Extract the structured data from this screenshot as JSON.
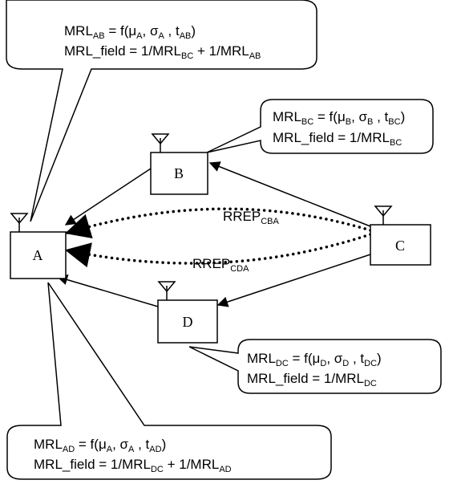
{
  "nodes": {
    "a": {
      "label": "A"
    },
    "b": {
      "label": "B"
    },
    "c": {
      "label": "C"
    },
    "d": {
      "label": "D"
    }
  },
  "messages": {
    "upper": {
      "main": "RREP",
      "sub": "CBA"
    },
    "lower": {
      "main": "RREP",
      "sub": "CDA"
    }
  },
  "callouts": {
    "ab": {
      "line1": {
        "p1": "MRL",
        "s1": "AB",
        "p2": " = f(μ",
        "s2": "A",
        "p3": ",   σ",
        "s3": "A",
        "p4": " , t",
        "s4": "AB",
        "p5": ")"
      },
      "line2": {
        "p1": "MRL_field = 1/MRL",
        "s1": "BC",
        "p2": " + 1/MRL",
        "s2": "AB"
      }
    },
    "bc": {
      "line1": {
        "p1": "MRL",
        "s1": "BC",
        "p2": " = f(μ",
        "s2": "B",
        "p3": ",   σ",
        "s3": "B",
        "p4": " , t",
        "s4": "BC",
        "p5": ")"
      },
      "line2": {
        "p1": "MRL_field = 1/MRL",
        "s1": "BC"
      }
    },
    "dc": {
      "line1": {
        "p1": "MRL",
        "s1": "DC",
        "p2": " = f(μ",
        "s2": "D",
        "p3": ",   σ",
        "s3": "D",
        "p4": " , t",
        "s4": "DC",
        "p5": ")"
      },
      "line2": {
        "p1": "MRL_field = 1/MRL",
        "s1": "DC"
      }
    },
    "ad": {
      "line1": {
        "p1": "MRL",
        "s1": "AD",
        "p2": " = f(μ",
        "s2": "A",
        "p3": ",   σ",
        "s3": "A",
        "p4": " , t",
        "s4": "AD",
        "p5": ")"
      },
      "line2": {
        "p1": "MRL_field = 1/MRL",
        "s1": "DC",
        "p2": " + 1/MRL",
        "s2": "AD"
      }
    }
  }
}
